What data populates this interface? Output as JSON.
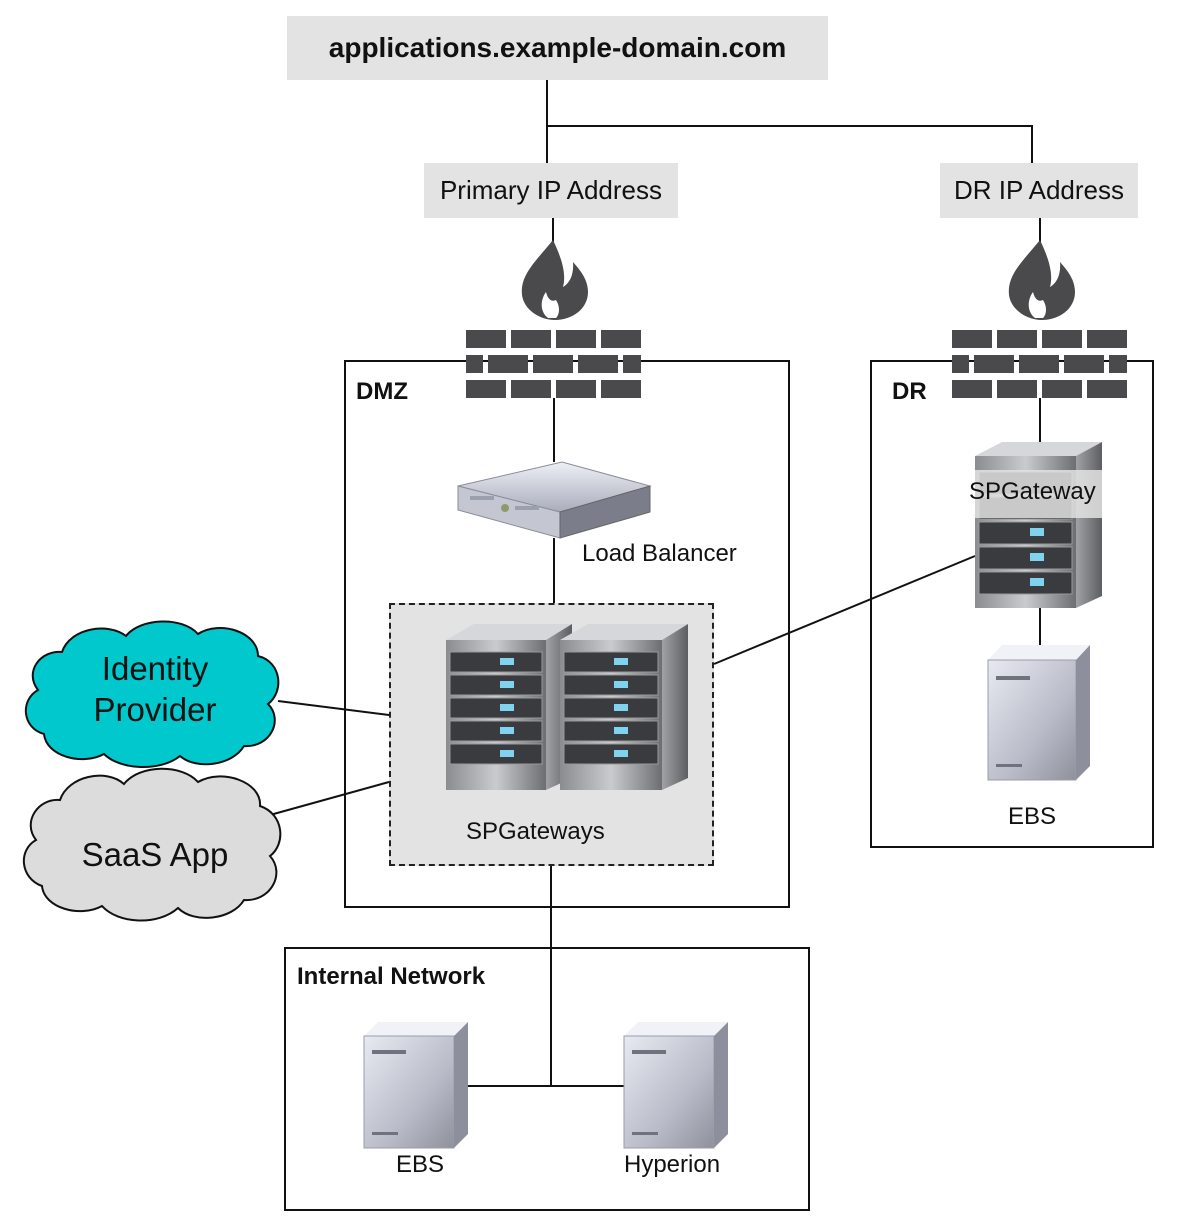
{
  "domain": "applications.example-domain.com",
  "primary_ip": "Primary IP Address",
  "dr_ip": "DR IP Address",
  "zones": {
    "dmz": "DMZ",
    "dr": "DR",
    "internal": "Internal Network"
  },
  "nodes": {
    "load_balancer": "Load Balancer",
    "sp_gateways": "SPGateways",
    "dr_sp_gateway": "SPGateway",
    "dr_ebs": "EBS",
    "internal_ebs": "EBS",
    "hyperion": "Hyperion",
    "identity_provider_line1": "Identity",
    "identity_provider_line2": "Provider",
    "saas_app": "SaaS App"
  },
  "colors": {
    "identity_cloud": "#00c8cc",
    "saas_cloud": "#dcdcdc",
    "label_bg": "#e3e3e3",
    "firewall": "#4a4a4c"
  }
}
